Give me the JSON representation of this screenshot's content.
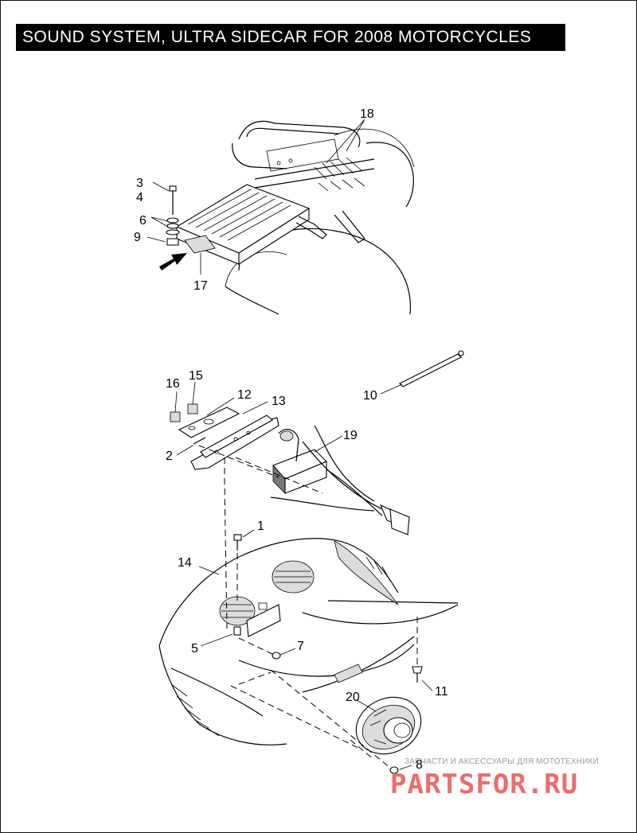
{
  "title": "SOUND SYSTEM, ULTRA SIDECAR FOR 2008 MOTORCYCLES",
  "callouts": {
    "c1": "1",
    "c2": "2",
    "c3": "3",
    "c4": "4",
    "c5": "5",
    "c6": "6",
    "c7": "7",
    "c8": "8",
    "c9": "9",
    "c10": "10",
    "c11": "11",
    "c12": "12",
    "c13": "13",
    "c14": "14",
    "c15": "15",
    "c16": "16",
    "c17": "17",
    "c18": "18",
    "c19": "19",
    "c20": "20"
  },
  "watermark": {
    "subtitle": "ЗАПЧАСТИ И АКСЕССУАРЫ ДЛЯ МОТОТЕХНИКИ",
    "logo": "PARTSFOR.RU"
  }
}
